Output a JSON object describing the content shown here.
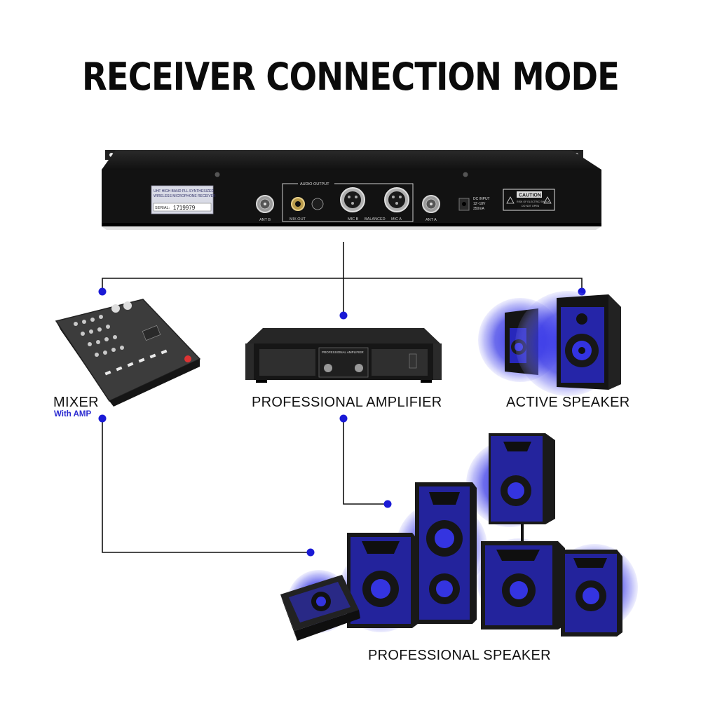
{
  "title": "RECEIVER CONNECTION MODE",
  "receiver": {
    "panel_text_1": "UHF  HIGH  BAND PLL  SYNTHESIZED",
    "panel_text_2": "WIRELESS MICROPHONE RECEIVER",
    "serial_label": "SERIAL:",
    "serial_value": "1719979",
    "audio_output": "AUDIO OUTPUT",
    "mix_out": "MIX OUT",
    "mic_b": "MIC B",
    "balanced": "BALANCED",
    "mic_a": "MIC A",
    "ant_b": "ANT B",
    "ant_a": "ANT A",
    "dc_input_1": "DC INPUT",
    "dc_input_2": "12~18V",
    "dc_input_3": "350mA",
    "caution": "CAUTION",
    "caution_sub_1": "RISK OF ELECTRIC SHOCK",
    "caution_sub_2": "DO NOT OPEN"
  },
  "amplifier_badge": "PROFESSIONAL AMPLIFIER",
  "devices": {
    "mixer": {
      "label": "MIXER",
      "sublabel": "With AMP"
    },
    "amplifier": {
      "label": "PROFESSIONAL AMPLIFIER"
    },
    "active_speaker": {
      "label": "ACTIVE SPEAKER"
    },
    "professional_speaker": {
      "label": "PROFESSIONAL SPEAKER"
    }
  },
  "colors": {
    "connector_dot": "#1a1ad6",
    "line": "#111111",
    "speaker_glow": "#3a3ae8"
  }
}
